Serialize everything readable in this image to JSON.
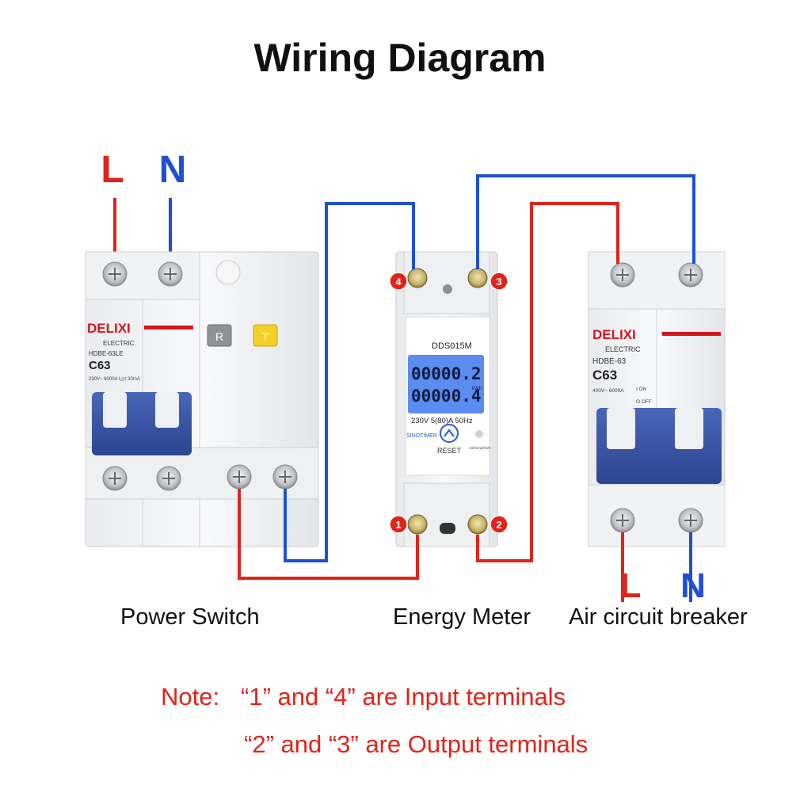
{
  "title": "Wiring Diagram",
  "colors": {
    "live": "#e2231a",
    "neutral": "#1e4fd6",
    "breaker_handle": "#3a56a8",
    "lcd": "#5b8df0"
  },
  "labels": {
    "L_top": "L",
    "N_top": "N",
    "L_bottom": "L",
    "N_bottom": "N"
  },
  "power_switch": {
    "caption": "Power Switch",
    "brand": "DELIXI",
    "sub": "ELECTRIC",
    "model": "HDBE-63LE",
    "rating": "C63",
    "spec": "230V~ 6000A I△n 30mA",
    "btn_r": "R",
    "btn_t": "T"
  },
  "energy_meter": {
    "caption": "Energy Meter",
    "model": "DDS015M",
    "reading_1": "00000.2",
    "reading_2": "00000.4",
    "unit": "kWh",
    "rating": "230V 5(80)A 50Hz",
    "brand": "SINOTIMER",
    "reset": "RESET",
    "impulse": "1000imp/kWh",
    "terminals": [
      "1",
      "2",
      "3",
      "4"
    ]
  },
  "air_breaker": {
    "caption": "Air circuit breaker",
    "brand": "DELIXI",
    "sub": "ELECTRIC",
    "model": "HDBE-63",
    "rating": "C63",
    "spec": "400V~ 6000A",
    "on": "I ON",
    "off": "O OFF"
  },
  "notes": {
    "prefix": "Note:",
    "line1": "“1” and “4” are Input terminals",
    "line2": "“2” and “3” are Output terminals"
  }
}
